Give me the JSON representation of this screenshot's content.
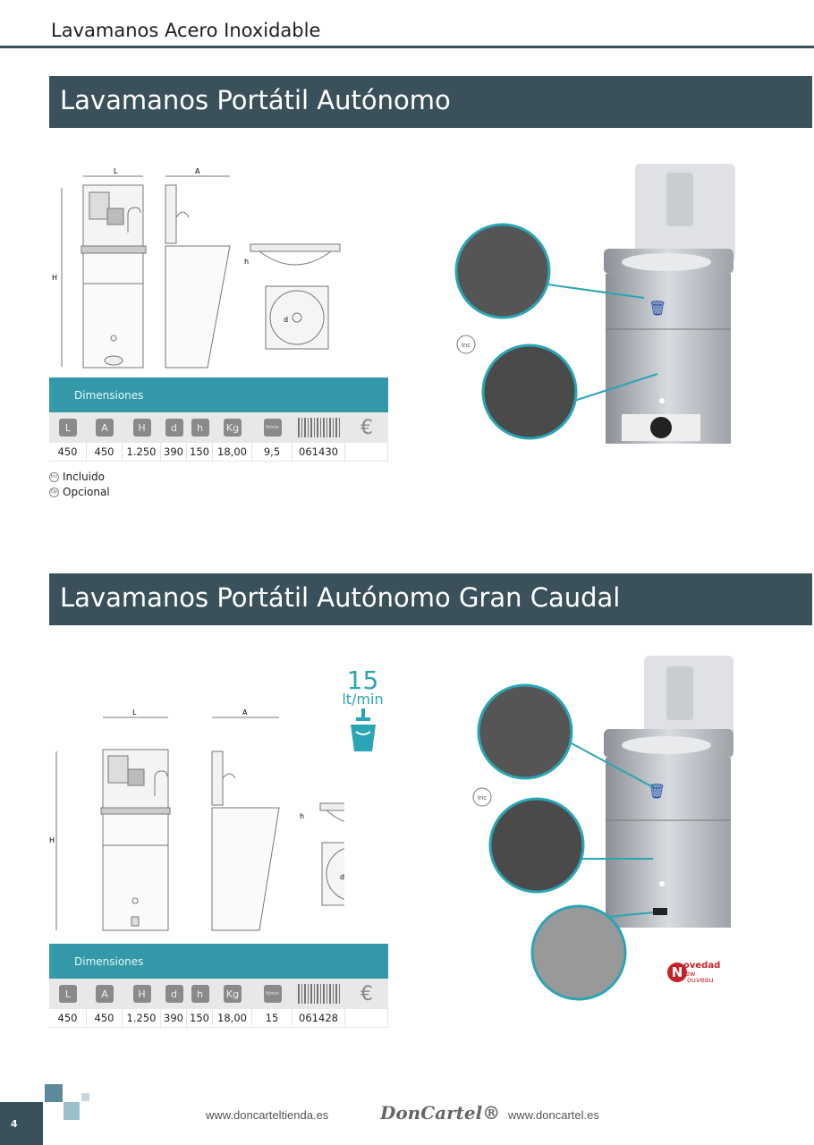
{
  "header": {
    "title": "Lavamanos Acero Inoxidable"
  },
  "sections": [
    {
      "title": "Lavamanos Portátil Autónomo",
      "table_title": "Dimensiones",
      "columns": [
        "L",
        "A",
        "H",
        "d",
        "h",
        "Kg",
        "lt/min",
        "barcode",
        "€"
      ],
      "values": [
        "450",
        "450",
        "1.250",
        "390",
        "150",
        "18,00",
        "9,5",
        "061430",
        ""
      ],
      "drawing_labels": {
        "L": "L",
        "A": "A",
        "H": "H",
        "h": "h",
        "d": "d"
      },
      "badge": "Inc"
    },
    {
      "title": "Lavamanos Portátil Autónomo Gran Caudal",
      "table_title": "Dimensiones",
      "columns": [
        "L",
        "A",
        "H",
        "d",
        "h",
        "Kg",
        "lt/min",
        "barcode",
        "€"
      ],
      "values": [
        "450",
        "450",
        "1.250",
        "390",
        "150",
        "18,00",
        "15",
        "061428",
        ""
      ],
      "drawing_labels": {
        "L": "L",
        "A": "A",
        "H": "H",
        "h": "h",
        "d": "d"
      },
      "badge": "Inc",
      "flow": {
        "value": "15",
        "unit": "lt/min"
      },
      "new_badge": {
        "line1": "ovedad",
        "line2": "ew",
        "line3": "ouveau",
        "letter": "N"
      }
    }
  ],
  "legend": {
    "included": "Incluido",
    "optional": "Opcional",
    "inc_icon": "Inc",
    "opt_icon": "Op"
  },
  "footer": {
    "page": "4",
    "url_left": "www.doncarteltienda.es",
    "logo": "DonCartel®",
    "url_right": "www.doncartel.es"
  },
  "colors": {
    "banner": "#3a515c",
    "teal": "#3399a8",
    "accent": "#2aa5b5"
  }
}
